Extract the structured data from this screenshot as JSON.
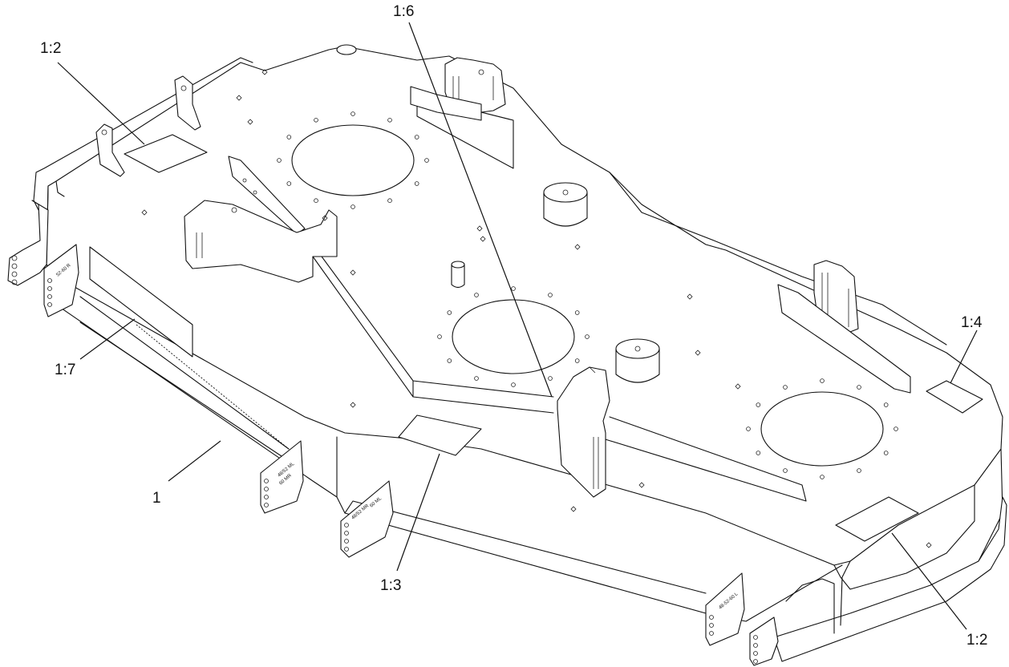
{
  "callouts": {
    "c1_2_top": "1:2",
    "c1_6": "1:6",
    "c1_4": "1:4",
    "c1_7": "1:7",
    "c1": "1",
    "c1_3": "1:3",
    "c1_2_bottom": "1:2"
  },
  "bracket_stamps": {
    "left_rear": "52-60 R",
    "front_left_a": "48/52 ML",
    "front_left_b": "60 MR",
    "front_mid_a": "48/52 MR",
    "front_mid_b": "60 ML",
    "front_right": "48-52-60 L"
  }
}
